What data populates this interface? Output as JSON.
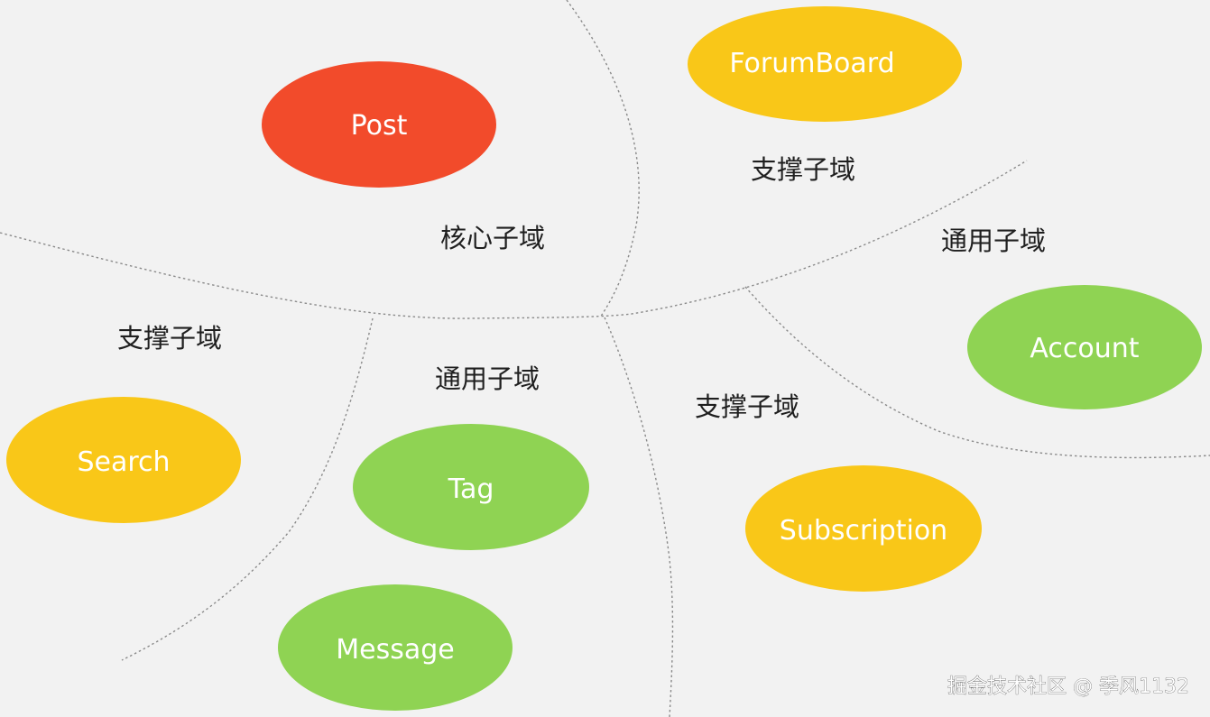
{
  "colors": {
    "background": "#f2f2f2",
    "core": "#f24b2b",
    "supporting": "#f9c718",
    "generic": "#8fd353",
    "divider": "#8a8a8a"
  },
  "subdomains": {
    "post": "Post",
    "forum_board": "ForumBoard",
    "account": "Account",
    "search": "Search",
    "tag": "Tag",
    "message": "Message",
    "subscription": "Subscription"
  },
  "zones": {
    "core": "核心子域",
    "supporting_top": "支撑子域",
    "generic_right": "通用子域",
    "supporting_left": "支撑子域",
    "generic_center": "通用子域",
    "supporting_bottom": "支撑子域"
  },
  "watermark": "掘金技术社区 @ 季风1132"
}
